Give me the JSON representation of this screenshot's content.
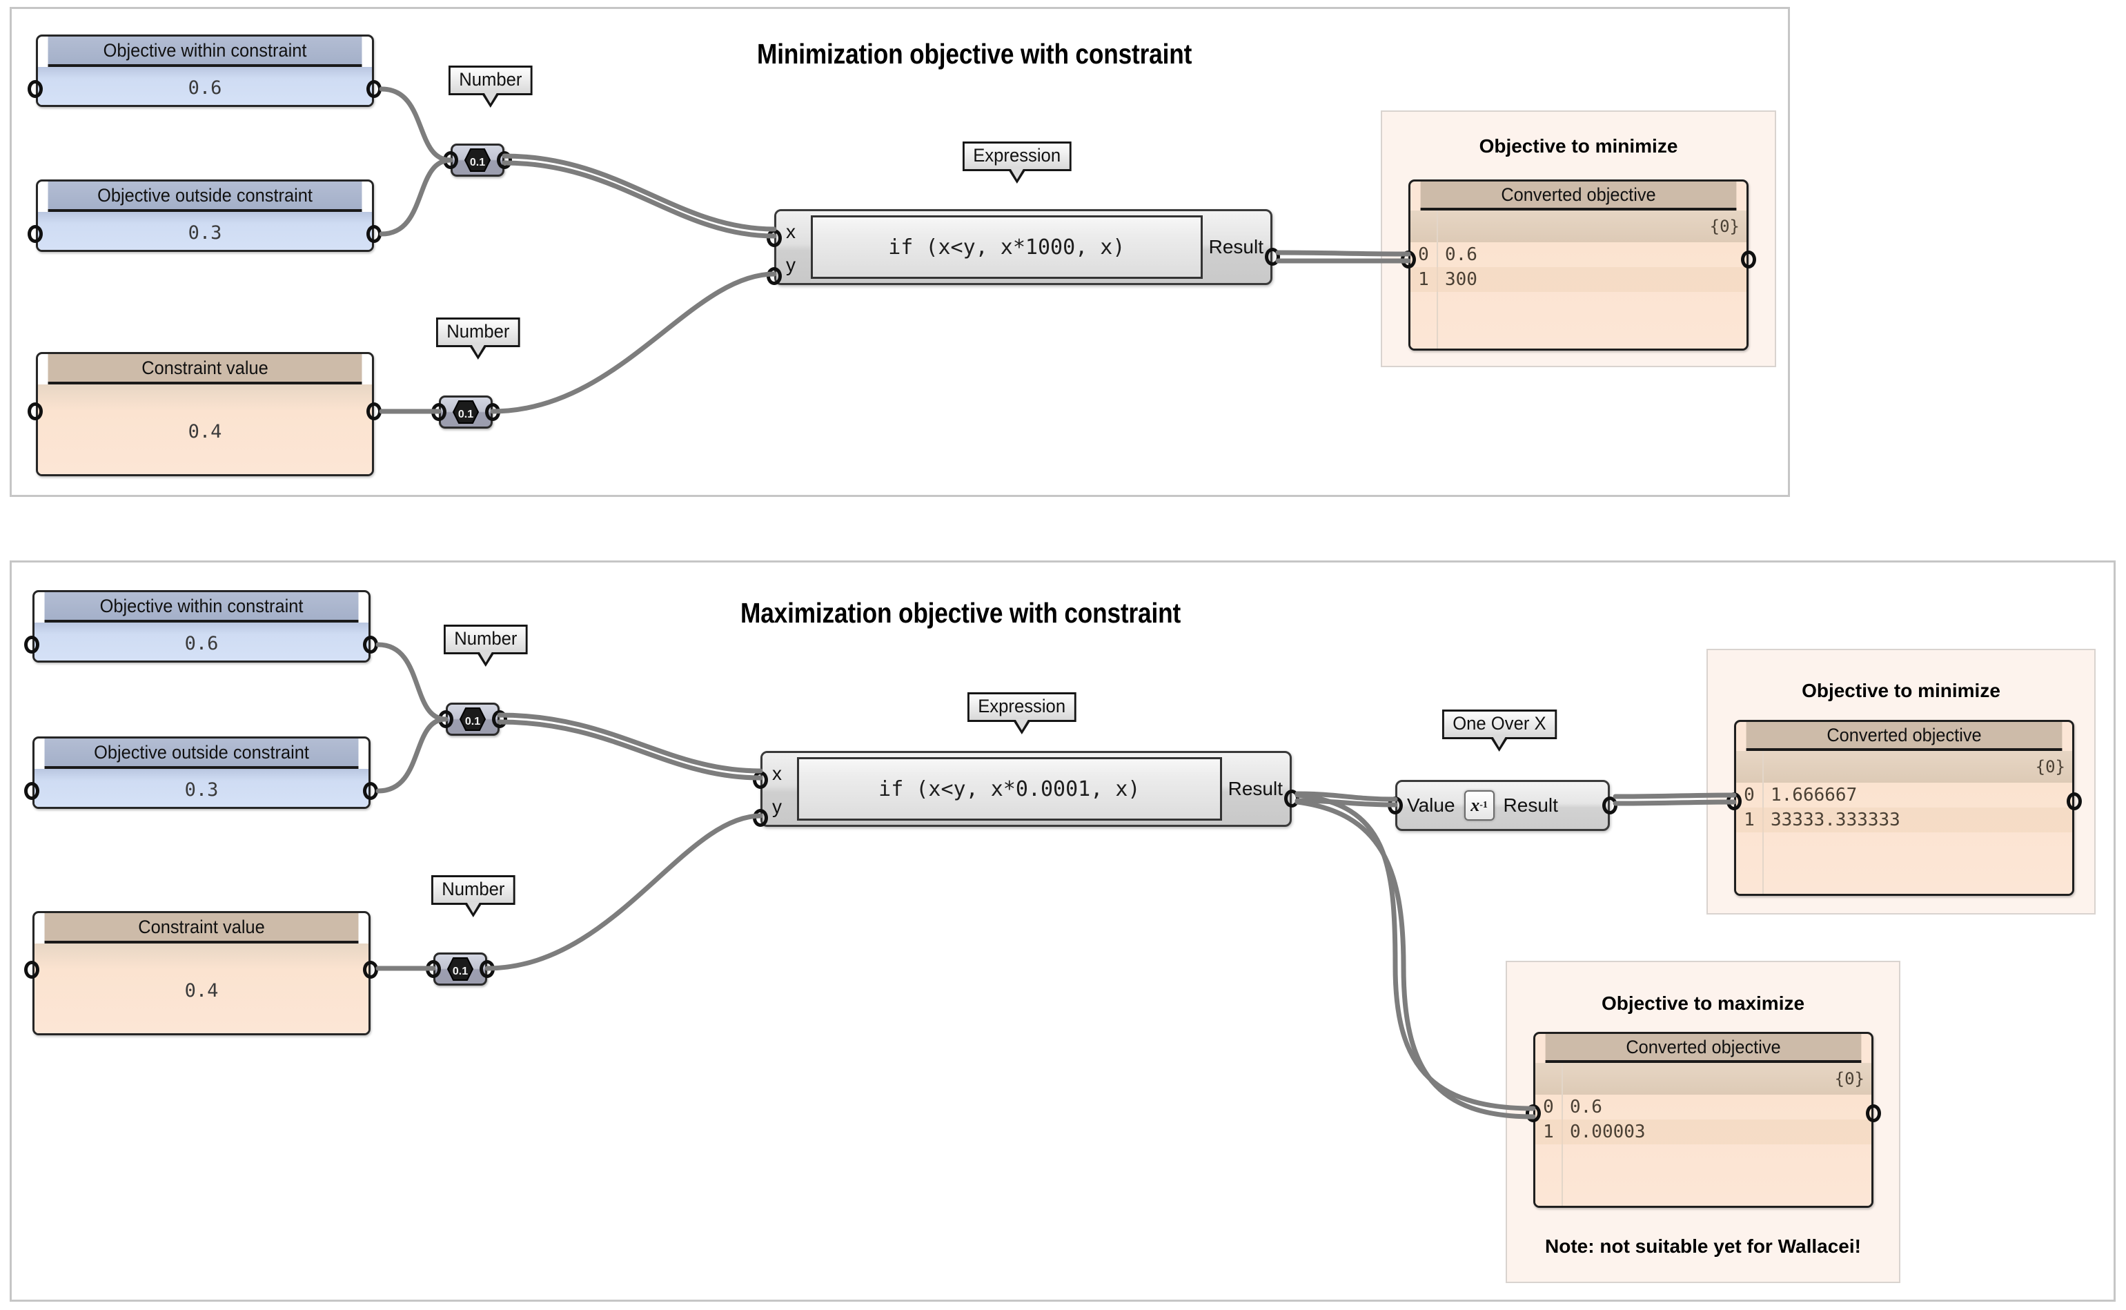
{
  "sections": [
    {
      "id": "minimization",
      "title": "Minimization objective with constraint",
      "sliders": [
        {
          "name": "objective-within-constraint",
          "label": "Objective within constraint",
          "value": "0.6",
          "variant": "blue"
        },
        {
          "name": "objective-outside-constraint",
          "label": "Objective outside constraint",
          "value": "0.3",
          "variant": "blue"
        },
        {
          "name": "constraint-value",
          "label": "Constraint value",
          "value": "0.4",
          "variant": "tan"
        }
      ],
      "callouts": [
        {
          "name": "number-callout-top",
          "label": "Number"
        },
        {
          "name": "number-callout-bottom",
          "label": "Number"
        },
        {
          "name": "expression-callout",
          "label": "Expression"
        }
      ],
      "number_components": [
        {
          "name": "number-component-objectives",
          "icon": "number-hex-icon",
          "icon_text": "0.1"
        },
        {
          "name": "number-component-constraint",
          "icon": "number-hex-icon",
          "icon_text": "0.1"
        }
      ],
      "expression": {
        "name": "expression-component",
        "input_x": "x",
        "input_y": "y",
        "formula": "if (x<y, x*1000, x)",
        "output": "Result"
      },
      "groups": [
        {
          "name": "objective-to-minimize-group",
          "title": "Objective to minimize",
          "panel": {
            "name": "converted-objective-panel",
            "header": "Converted objective",
            "path": "{0}",
            "rows": [
              {
                "index": "0",
                "value": "0.6"
              },
              {
                "index": "1",
                "value": "300"
              }
            ]
          }
        }
      ]
    },
    {
      "id": "maximization",
      "title": "Maximization objective with constraint",
      "sliders": [
        {
          "name": "objective-within-constraint",
          "label": "Objective within constraint",
          "value": "0.6",
          "variant": "blue"
        },
        {
          "name": "objective-outside-constraint",
          "label": "Objective outside constraint",
          "value": "0.3",
          "variant": "blue"
        },
        {
          "name": "constraint-value",
          "label": "Constraint value",
          "value": "0.4",
          "variant": "tan"
        }
      ],
      "callouts": [
        {
          "name": "number-callout-top",
          "label": "Number"
        },
        {
          "name": "number-callout-bottom",
          "label": "Number"
        },
        {
          "name": "expression-callout",
          "label": "Expression"
        },
        {
          "name": "one-over-x-callout",
          "label": "One Over X"
        }
      ],
      "number_components": [
        {
          "name": "number-component-objectives",
          "icon": "number-hex-icon",
          "icon_text": "0.1"
        },
        {
          "name": "number-component-constraint",
          "icon": "number-hex-icon",
          "icon_text": "0.1"
        }
      ],
      "expression": {
        "name": "expression-component",
        "input_x": "x",
        "input_y": "y",
        "formula": "if (x<y, x*0.0001, x)",
        "output": "Result"
      },
      "one_over_x": {
        "name": "one-over-x-component",
        "input": "Value",
        "icon": "x-inverse-icon",
        "icon_base": "x",
        "icon_exp": "-1",
        "output": "Result"
      },
      "groups": [
        {
          "name": "objective-to-minimize-group",
          "title": "Objective to minimize",
          "panel": {
            "name": "converted-objective-panel",
            "header": "Converted objective",
            "path": "{0}",
            "rows": [
              {
                "index": "0",
                "value": "1.666667"
              },
              {
                "index": "1",
                "value": "33333.333333"
              }
            ]
          }
        },
        {
          "name": "objective-to-maximize-group",
          "title": "Objective to maximize",
          "note": "Note: not suitable yet for Wallacei!",
          "panel": {
            "name": "converted-objective-panel",
            "header": "Converted objective",
            "path": "{0}",
            "rows": [
              {
                "index": "0",
                "value": "0.6"
              },
              {
                "index": "1",
                "value": "0.00003"
              }
            ]
          }
        }
      ]
    }
  ],
  "colors": {
    "wire": "#7d7d7d",
    "blue_header": "#a4b0c9",
    "blue_body": "#d6e2f7",
    "tan_header": "#cdbba9",
    "tan_body": "#fce6d6",
    "group_bg": "#fdf3ed",
    "section_border": "#c6c6c6"
  }
}
